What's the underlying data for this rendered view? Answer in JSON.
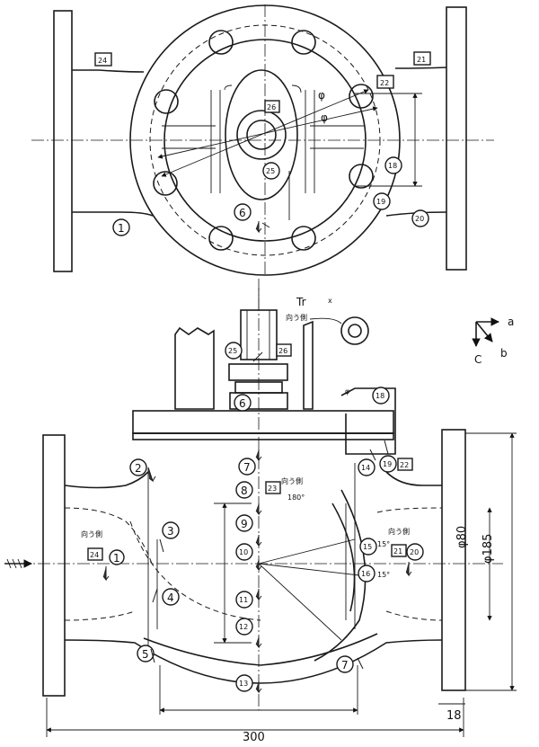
{
  "markers": {
    "circled": [
      {
        "id": "m1",
        "text": "1"
      },
      {
        "id": "m6",
        "text": "6"
      },
      {
        "id": "m18",
        "text": "18"
      },
      {
        "id": "m19",
        "text": "19"
      },
      {
        "id": "m20",
        "text": "20"
      },
      {
        "id": "m25",
        "text": "25"
      },
      {
        "id": "b2",
        "text": "2"
      },
      {
        "id": "b3",
        "text": "3"
      },
      {
        "id": "b4",
        "text": "4"
      },
      {
        "id": "b5",
        "text": "5"
      },
      {
        "id": "b6",
        "text": "6"
      },
      {
        "id": "b7a",
        "text": "7"
      },
      {
        "id": "b7b",
        "text": "7"
      },
      {
        "id": "b8",
        "text": "8"
      },
      {
        "id": "b9",
        "text": "9"
      },
      {
        "id": "b10",
        "text": "10"
      },
      {
        "id": "b11",
        "text": "11"
      },
      {
        "id": "b12",
        "text": "12"
      },
      {
        "id": "b13",
        "text": "13"
      },
      {
        "id": "b14",
        "text": "14"
      },
      {
        "id": "b15",
        "text": "15"
      },
      {
        "id": "b16",
        "text": "16"
      },
      {
        "id": "b18",
        "text": "18"
      },
      {
        "id": "b19",
        "text": "19"
      },
      {
        "id": "b20",
        "text": "20"
      },
      {
        "id": "b25",
        "text": "25"
      },
      {
        "id": "b1",
        "text": "1"
      }
    ],
    "boxed": [
      {
        "id": "q24",
        "text": "24"
      },
      {
        "id": "q21",
        "text": "21"
      },
      {
        "id": "q22",
        "text": "22"
      },
      {
        "id": "q26",
        "text": "26"
      },
      {
        "id": "r26",
        "text": "26"
      },
      {
        "id": "r22",
        "text": "22"
      },
      {
        "id": "r23",
        "text": "23"
      },
      {
        "id": "r24",
        "text": "24"
      },
      {
        "id": "r21",
        "text": "21"
      }
    ]
  },
  "annotations": {
    "phi1": "φ",
    "phi2": "φ",
    "phi3": "φ",
    "tr": "Tr",
    "x": "x",
    "dir_a": "a",
    "dir_b": "b",
    "dir_c": "C",
    "side_note": "向う側",
    "deg180": "180°",
    "deg15a": "15°",
    "deg15b": "15°"
  },
  "dimensions": {
    "total_width": "300",
    "flange_width": "18",
    "dia_inner": "φ80",
    "dia_outer": "φ185"
  },
  "colors": {
    "line": "#1a1a1a",
    "background": "#ffffff"
  }
}
